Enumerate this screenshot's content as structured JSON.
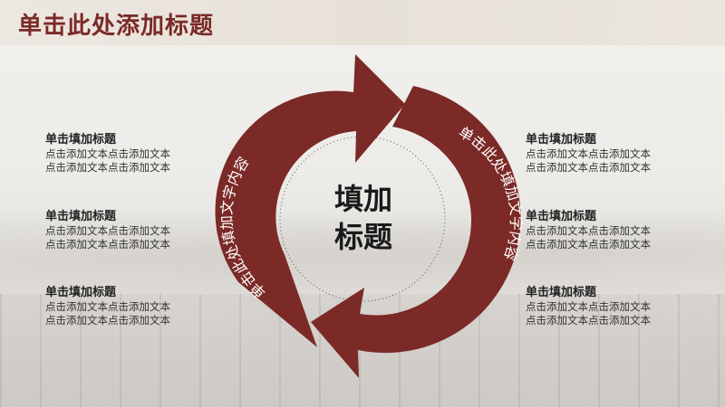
{
  "title": "单击此处添加标题",
  "center_text": [
    "填加",
    "标题"
  ],
  "left_arc_text": "单击此处填加文字内容",
  "right_arc_text": "单击此处填加文字内容",
  "colors": {
    "accent": "#7b2a27",
    "title": "#7b2a27"
  },
  "left_blocks": [
    {
      "heading": "单击填加标题",
      "line1": "点击添加文本点击添加文本",
      "line2": "点击添加文本点击添加文本"
    },
    {
      "heading": "单击填加标题",
      "line1": "点击添加文本点击添加文本",
      "line2": "点击添加文本点击添加文本"
    },
    {
      "heading": "单击填加标题",
      "line1": "点击添加文本点击添加文本",
      "line2": "点击添加文本点击添加文本"
    }
  ],
  "right_blocks": [
    {
      "heading": "单击填加标题",
      "line1": "点击添加文本点击添加文本",
      "line2": "点击添加文本点击添加文本"
    },
    {
      "heading": "单击填加标题",
      "line1": "点击添加文本点击添加文本",
      "line2": "点击添加文本点击添加文本"
    },
    {
      "heading": "单击填加标题",
      "line1": "点击添加文本点击添加文本",
      "line2": "点击添加文本点击添加文本"
    }
  ]
}
